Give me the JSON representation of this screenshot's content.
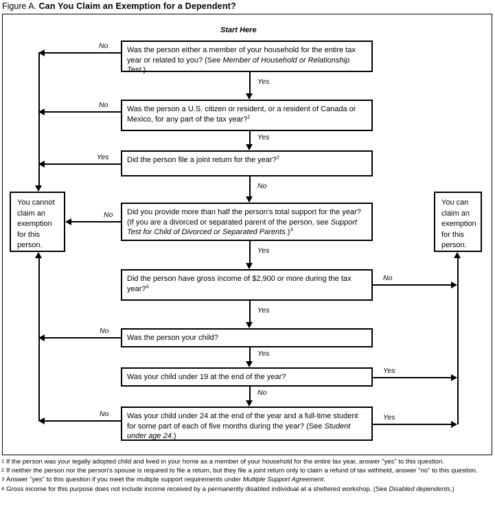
{
  "figure": {
    "label": "Figure A.",
    "title": "Can You Claim an Exemption for a Dependent?"
  },
  "start_label": "Start Here",
  "nodes": {
    "q1": {
      "id": "member-or-relationship",
      "text": "Was the person either a member of your household for the entire tax year or related to you? (See ",
      "italic": "Member of Household or Relationship Test",
      "text_after": ".)"
    },
    "q2": {
      "id": "citizen-or-resident",
      "text": "Was the person a U.S. citizen or resident, or a resident of Canada or Mexico, for any part of the tax year?",
      "footnote_ref": "1"
    },
    "q3": {
      "id": "joint-return",
      "text": "Did the person file a joint return for the year?",
      "footnote_ref": "2"
    },
    "q4": {
      "id": "support-test",
      "text": "Did you provide more than half the person's total support for the year? (If you are a divorced or separated parent of the person, see ",
      "italic": "Support Test for Child of Divorced or Separated Parents",
      "text_after": ".)",
      "footnote_ref": "3"
    },
    "q5": {
      "id": "gross-income",
      "text": "Did the person have gross income of $2,900 or more during the tax year?",
      "footnote_ref": "4"
    },
    "q6": {
      "id": "was-person-your-child",
      "text": "Was the person your child?"
    },
    "q7": {
      "id": "child-under-19",
      "text": "Was your child under 19 at the end of the year?"
    },
    "q8": {
      "id": "child-under-24-student",
      "text": "Was your child under 24 at the end of the year and a full-time student for some part of each of five months during the year? (See ",
      "italic": "Student under age 24",
      "text_after": ".)"
    },
    "cannot": {
      "id": "cannot-claim",
      "text": "You cannot claim an exemption for this person."
    },
    "can": {
      "id": "can-claim",
      "text": "You can claim an exemption for this person."
    }
  },
  "edges": {
    "q1_no": "No",
    "q1_yes": "Yes",
    "q2_no": "No",
    "q2_yes": "Yes",
    "q3_yes": "Yes",
    "q3_no": "No",
    "q4_no": "No",
    "q4_yes": "Yes",
    "q5_no": "No",
    "q5_yes": "Yes",
    "q6_no": "No",
    "q6_yes": "Yes",
    "q7_yes": "Yes",
    "q7_no": "No",
    "q8_no": "No",
    "q8_yes": "Yes"
  },
  "footnotes": [
    {
      "marker": "1",
      "text": "If the person was your legally adopted child and lived in your home as a member of your household for the entire tax year, answer \"yes\" to this question."
    },
    {
      "marker": "2",
      "text": "If neither the person nor the person's spouse is required to file a return, but they file a joint return only to claim a refund of tax withheld, answer \"no\" to this question."
    },
    {
      "marker": "3",
      "text": "Answer \"yes\" to this question if you meet the multiple support requirements under ",
      "italic": "Multiple Support Agreement",
      "text_after": "."
    },
    {
      "marker": "4",
      "text": "Gross income for this purpose does not include income received by a permanently disabled individual at a sheltered workshop. (See ",
      "italic": "Disabled dependents",
      "text_after": ".)"
    }
  ]
}
